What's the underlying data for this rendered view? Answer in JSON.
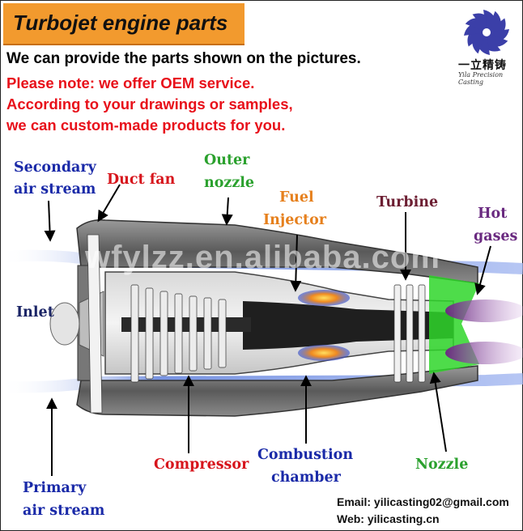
{
  "banner": {
    "title": "Turbojet engine parts",
    "color": "#f29a2e"
  },
  "intro": "We can provide the parts shown on the pictures.",
  "notes": [
    "Please note: we offer OEM service.",
    "According to your drawings or samples,",
    "we can custom-made products for you."
  ],
  "logo": {
    "chinese": "一立精铸",
    "english": "Yila Precision Casting",
    "icon": "pinwheel-icon"
  },
  "labels": {
    "secondary_air_1": "Secondary",
    "secondary_air_2": "air stream",
    "duct_fan": "Duct fan",
    "outer_nozzle_1": "Outer",
    "outer_nozzle_2": "nozzle",
    "fuel_injector_1": "Fuel",
    "fuel_injector_2": "Injector",
    "turbine": "Turbine",
    "hot_gases_1": "Hot",
    "hot_gases_2": "gases",
    "inlet": "Inlet",
    "compressor": "Compressor",
    "combustion_1": "Combustion",
    "combustion_2": "chamber",
    "nozzle": "Nozzle",
    "primary_air_1": "Primary",
    "primary_air_2": "air stream"
  },
  "watermark": "wfylzz.en.alibaba.com",
  "contact": {
    "email": "Email: yilicasting02@gmail.com",
    "web": "Web: yilicasting.cn"
  },
  "colors": {
    "label_blue": "#1a2aa8",
    "label_red": "#d7151c",
    "label_green": "#2ba12e",
    "label_orange": "#e6801d",
    "label_maroon": "#6d1f33",
    "label_purple": "#6a2a80"
  }
}
